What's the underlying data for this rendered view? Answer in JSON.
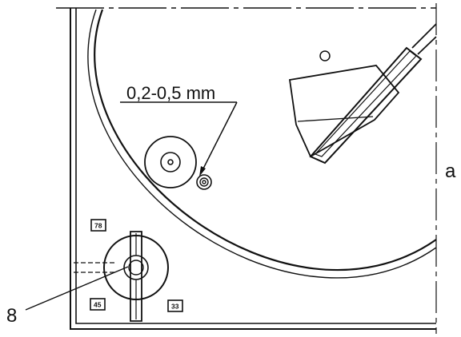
{
  "annotations": {
    "gap_label": "0,2-0,5 mm",
    "side_label": "a",
    "part_number": "8"
  },
  "speed_marks": {
    "top": "78",
    "left": "45",
    "right": "33"
  }
}
